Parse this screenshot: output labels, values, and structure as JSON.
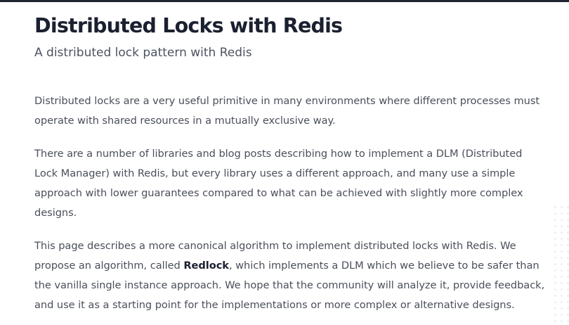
{
  "page": {
    "title": "Distributed Locks with Redis",
    "subtitle": "A distributed lock pattern with Redis"
  },
  "paragraphs": {
    "p1": {
      "lines": [
        "Distributed locks are a very useful primitive in many environments where different processes must",
        "operate with shared resources in a mutually exclusive way."
      ]
    },
    "p2": {
      "lines": [
        "There are a number of libraries and blog posts describing how to implement a DLM (Distributed",
        "Lock Manager) with Redis, but every library uses a different approach, and many use a simple",
        "approach with lower guarantees compared to what can be achieved with slightly more complex",
        "designs."
      ]
    },
    "p3": {
      "line1": "This page describes a more canonical algorithm to implement distributed locks with Redis. We",
      "line2_before": "propose an algorithm, called ",
      "line2_strong": "Redlock",
      "line2_after": ", which implements a DLM which we believe to be safer than",
      "line3": "the vanilla single instance approach. We hope that the community will analyze it, provide feedback,",
      "line4": "and use it as a starting point for the implementations or more complex or alternative designs."
    }
  }
}
